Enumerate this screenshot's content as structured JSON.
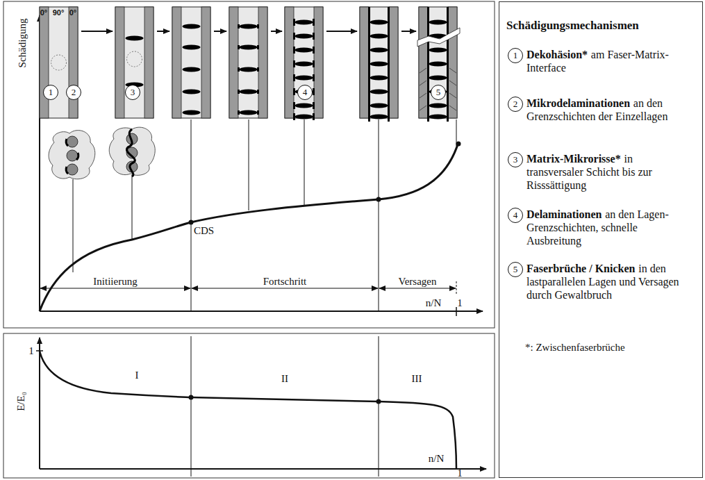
{
  "diagram": {
    "nodes": [
      {
        "text": [
          "1"
        ]
      },
      {
        "text": [
          "2"
        ]
      },
      {
        "text": [
          "3"
        ]
      },
      {
        "text": [
          "4"
        ]
      },
      {
        "text": [
          "5"
        ]
      },
      {
        "text": [
          "Schädigungsmechanismen"
        ]
      },
      {
        "text": [
          "1"
        ],
        "in": 5
      },
      {
        "text": [
          "2"
        ],
        "in": 5
      },
      {
        "text": [
          "3"
        ],
        "in": 5
      },
      {
        "text": [
          "4"
        ],
        "in": 5
      },
      {
        "text": [
          "5"
        ],
        "in": 5
      }
    ],
    "labels": [
      "0°",
      "90°",
      "0°",
      "Schädigung",
      "CDS",
      "Initiierung",
      "Fortschritt",
      "Versagen",
      "n/N",
      "1",
      "1",
      "E/E₀",
      "I",
      "II",
      "III",
      "n/N",
      "1",
      "Dekohäsion*",
      "am Faser-Matrix-Interface",
      "Mikrodelaminationen",
      "an den Grenzschichten der Einzellagen",
      "Matrix-Mikrorisse*",
      "in transversaler Schicht bis zur Risssättigung",
      "Delaminationen",
      "an den Lagen-Grenzschichten, schnelle Ausbreitung",
      "Faserbrüche / Knicken",
      "in den lastparallelen Lagen und Versagen durch Gewaltbruch",
      "*: Zwischenfaserbrüche"
    ]
  }
}
